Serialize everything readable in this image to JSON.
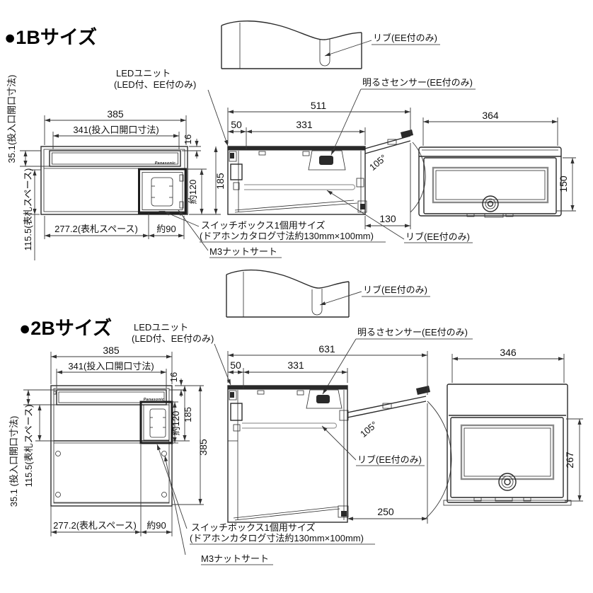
{
  "page": {
    "background": "#ffffff",
    "line_color": "#2a2a2a"
  },
  "annotations": {
    "led_line1": "LEDユニット",
    "led_line2": "(LED付、EE付のみ)",
    "brightness_sensor": "明るさセンサー(EE付のみ)",
    "rib": "リブ(EE付のみ)",
    "switchbox_line1": "スイッチボックス1個用サイズ",
    "switchbox_line2": "(ドアホンカタログ寸法約130mm×100mm)",
    "m3_nut": "M3ナットサート",
    "brand": "Panasonic",
    "door_angle": "105°"
  },
  "s1": {
    "title": "●1Bサイズ",
    "front": {
      "width": "385",
      "slot_width": "341(投入口開口寸法)",
      "top_offset": "16",
      "height": "185",
      "switch_height": "約120",
      "slot_height": "35.1(投入口開口寸法)",
      "plate_height": "115.5(表札スペース)",
      "plate_width": "277.2(表札スペース)",
      "switch_width": "約90"
    },
    "side": {
      "depth": "511",
      "front_depth": "50",
      "body_depth": "331",
      "door_swing": "130"
    },
    "rear": {
      "width": "364",
      "door_height": "150"
    }
  },
  "s2": {
    "title": "●2Bサイズ",
    "front": {
      "width": "385",
      "slot_width": "341(投入口開口寸法)",
      "top_offset": "16",
      "height": "185",
      "switch_height": "約120",
      "total_height": "385",
      "slot_height": "35.1 (投入口開口寸法)",
      "plate_height": "115.5(表札スペース)",
      "plate_width": "277.2(表札スペース)",
      "switch_width": "約90"
    },
    "side": {
      "depth": "631",
      "front_depth": "50",
      "body_depth": "331",
      "door_swing": "250"
    },
    "rear": {
      "width": "346",
      "door_height": "267"
    }
  }
}
